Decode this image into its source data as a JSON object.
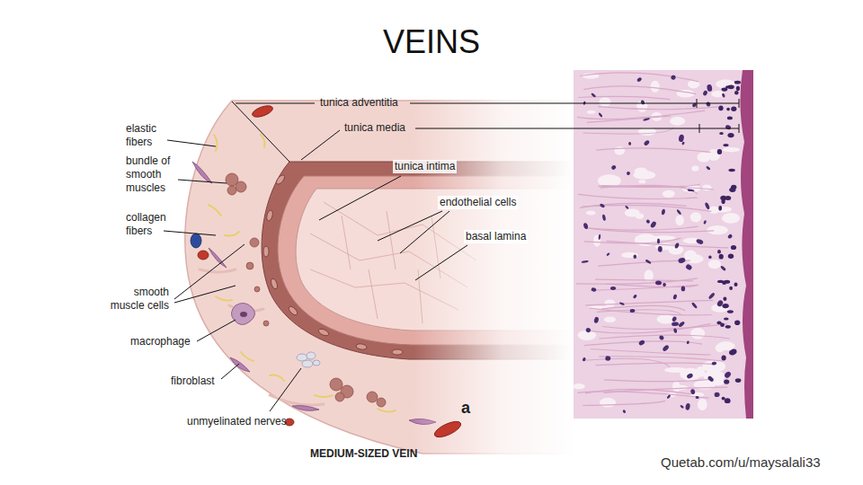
{
  "diagram": {
    "title": "VEINS",
    "caption": "MEDIUM-SIZED VEIN",
    "labels": [
      "tunica adventitia",
      "tunica media",
      "elastic fibers",
      "tunica intima",
      "bundle of smooth muscles",
      "endothelial cells",
      "collagen fibers",
      "basal lamina",
      "smooth muscle cells",
      "macrophage",
      "fibroblast",
      "unmyelinated nerves",
      "a",
      "Quetab.com/u/maysalali33"
    ]
  }
}
